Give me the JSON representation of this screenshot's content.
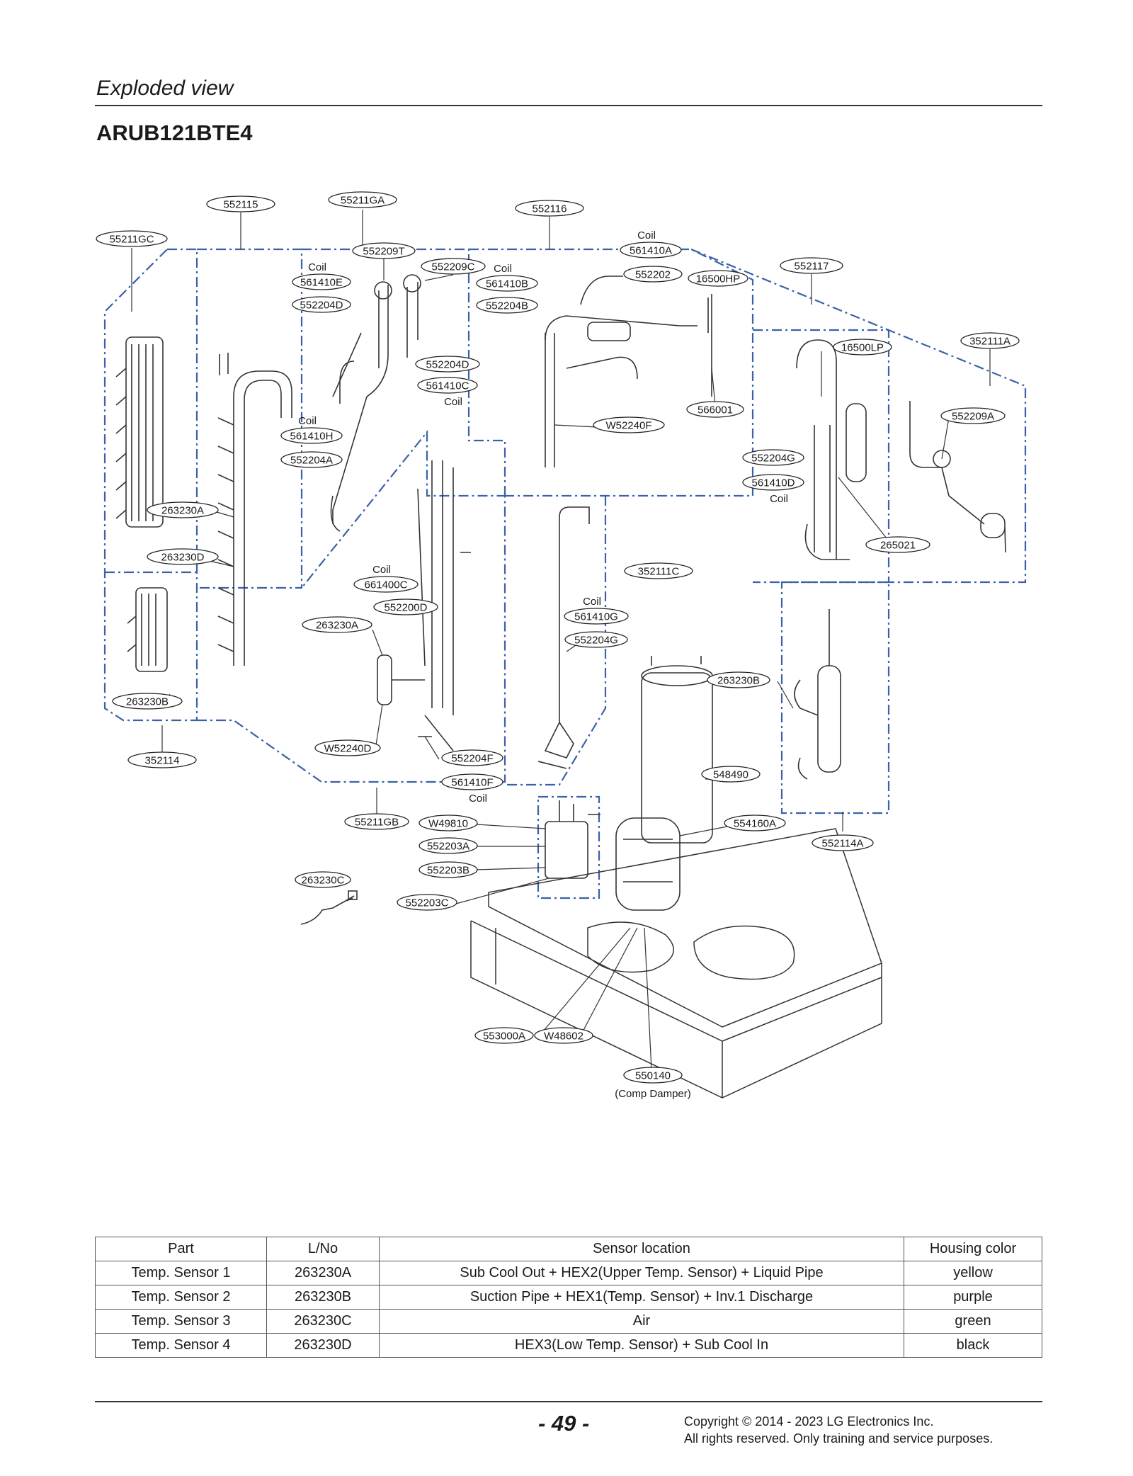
{
  "header": {
    "section_title": "Exploded view",
    "model": "ARUB121BTE4"
  },
  "diagram": {
    "labels": [
      {
        "id": "552115",
        "coil": ""
      },
      {
        "id": "55211GA",
        "coil": ""
      },
      {
        "id": "552116",
        "coil": ""
      },
      {
        "id": "55211GC",
        "coil": ""
      },
      {
        "id": "552209T",
        "coil": ""
      },
      {
        "id": "552209C",
        "coil": ""
      },
      {
        "id": "561410E",
        "coil": "Coil"
      },
      {
        "id": "552204D",
        "coil": ""
      },
      {
        "id": "561410B",
        "coil": "Coil"
      },
      {
        "id": "552204B",
        "coil": ""
      },
      {
        "id": "561410A",
        "coil": "Coil"
      },
      {
        "id": "552202",
        "coil": ""
      },
      {
        "id": "16500HP",
        "coil": ""
      },
      {
        "id": "552117",
        "coil": ""
      },
      {
        "id": "352111A",
        "coil": ""
      },
      {
        "id": "16500LP",
        "coil": ""
      },
      {
        "id": "552204D",
        "coil": ""
      },
      {
        "id": "561410C",
        "coil": "Coil"
      },
      {
        "id": "561410H",
        "coil": "Coil"
      },
      {
        "id": "552204A",
        "coil": ""
      },
      {
        "id": "566001",
        "coil": ""
      },
      {
        "id": "W52240F",
        "coil": ""
      },
      {
        "id": "552209A",
        "coil": ""
      },
      {
        "id": "552204G",
        "coil": ""
      },
      {
        "id": "561410D",
        "coil": "Coil"
      },
      {
        "id": "265021",
        "coil": ""
      },
      {
        "id": "263230A",
        "coil": ""
      },
      {
        "id": "263230D",
        "coil": ""
      },
      {
        "id": "352111C",
        "coil": ""
      },
      {
        "id": "661400C",
        "coil": "Coil"
      },
      {
        "id": "552200D",
        "coil": ""
      },
      {
        "id": "263230A",
        "coil": ""
      },
      {
        "id": "561410G",
        "coil": "Coil"
      },
      {
        "id": "552204G",
        "coil": ""
      },
      {
        "id": "263230B",
        "coil": ""
      },
      {
        "id": "263230B",
        "coil": ""
      },
      {
        "id": "W52240D",
        "coil": ""
      },
      {
        "id": "552204F",
        "coil": ""
      },
      {
        "id": "561410F",
        "coil": "Coil"
      },
      {
        "id": "548490",
        "coil": ""
      },
      {
        "id": "352114",
        "coil": ""
      },
      {
        "id": "55211GB",
        "coil": ""
      },
      {
        "id": "W49810",
        "coil": ""
      },
      {
        "id": "554160A",
        "coil": ""
      },
      {
        "id": "552114A",
        "coil": ""
      },
      {
        "id": "552203A",
        "coil": ""
      },
      {
        "id": "552203B",
        "coil": ""
      },
      {
        "id": "263230C",
        "coil": ""
      },
      {
        "id": "552203C",
        "coil": ""
      },
      {
        "id": "553000A",
        "coil": ""
      },
      {
        "id": "W48602",
        "coil": ""
      },
      {
        "id": "550140",
        "coil": ""
      }
    ],
    "damper_note": "(Comp Damper)"
  },
  "table": {
    "headers": [
      "Part",
      "L/No",
      "Sensor location",
      "Housing color"
    ],
    "rows": [
      [
        "Temp. Sensor 1",
        "263230A",
        "Sub Cool Out + HEX2(Upper Temp. Sensor) + Liquid Pipe",
        "yellow"
      ],
      [
        "Temp. Sensor 2",
        "263230B",
        "Suction Pipe + HEX1(Temp. Sensor) + Inv.1  Discharge",
        "purple"
      ],
      [
        "Temp. Sensor 3",
        "263230C",
        "Air",
        "green"
      ],
      [
        "Temp. Sensor 4",
        "263230D",
        "HEX3(Low Temp. Sensor) + Sub Cool In",
        "black"
      ]
    ]
  },
  "footer": {
    "page_number": "- 49 -",
    "copyright_line1": "Copyright © 2014 - 2023 LG Electronics Inc.",
    "copyright_line2": "All rights reserved. Only training and service purposes."
  },
  "colors": {
    "dash_line": "#3a62a8",
    "drawing": "#333333",
    "text": "#1a1a1a"
  }
}
